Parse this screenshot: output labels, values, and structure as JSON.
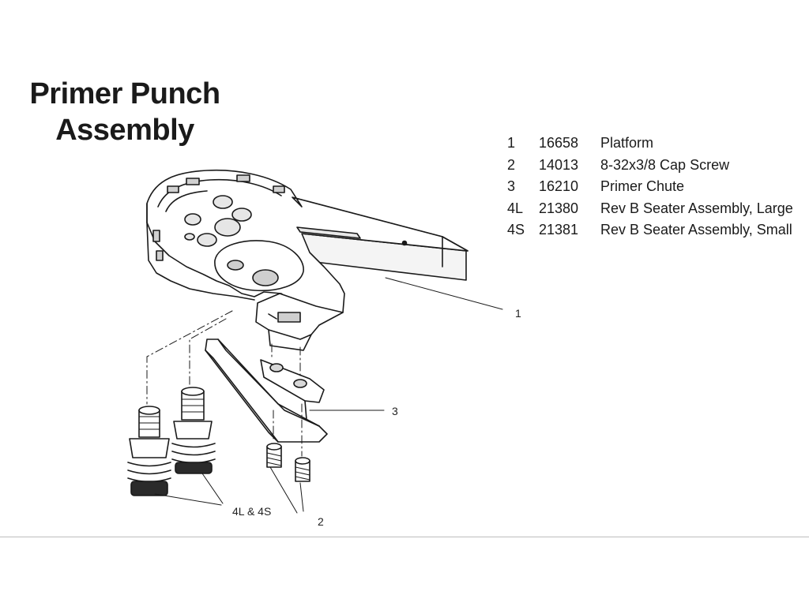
{
  "title": {
    "line1": "Primer Punch",
    "line2": "Assembly"
  },
  "parts_list": [
    {
      "number": "1",
      "part_no": "16658",
      "description": "Platform"
    },
    {
      "number": "2",
      "part_no": "14013",
      "description": "8-32x3/8 Cap Screw"
    },
    {
      "number": "3",
      "part_no": "16210",
      "description": "Primer Chute"
    },
    {
      "number": "4L",
      "part_no": "21380",
      "description": "Rev B Seater Assembly, Large"
    },
    {
      "number": "4S",
      "part_no": "21381",
      "description": "Rev B Seater Assembly, Small"
    }
  ],
  "callouts": {
    "platform": "1",
    "chute": "3",
    "seaters": "4L & 4S",
    "screws": "2"
  }
}
